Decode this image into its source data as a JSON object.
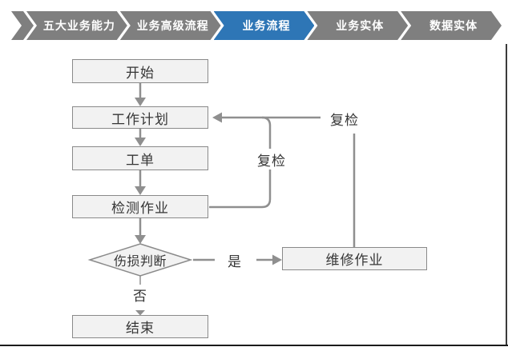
{
  "nav": {
    "items": [
      {
        "label": "五大业务能力",
        "active": false
      },
      {
        "label": "业务高级流程",
        "active": false
      },
      {
        "label": "业务流程",
        "active": true
      },
      {
        "label": "业务实体",
        "active": false
      },
      {
        "label": "数据实体",
        "active": false
      }
    ],
    "colors": {
      "inactive": "#7f7f7f",
      "active": "#2E76B6",
      "text": "#ffffff"
    }
  },
  "flowchart": {
    "nodes": [
      {
        "id": "start",
        "label": "开始",
        "shape": "rect"
      },
      {
        "id": "plan",
        "label": "工作计划",
        "shape": "rect"
      },
      {
        "id": "order",
        "label": "工单",
        "shape": "rect"
      },
      {
        "id": "inspect",
        "label": "检测作业",
        "shape": "rect"
      },
      {
        "id": "judge",
        "label": "伤损判断",
        "shape": "diamond"
      },
      {
        "id": "repair",
        "label": "维修作业",
        "shape": "rect"
      },
      {
        "id": "end",
        "label": "结束",
        "shape": "rect"
      }
    ],
    "edge_labels": {
      "recheck_inner": "复检",
      "recheck_outer": "复检",
      "yes": "是",
      "no": "否"
    },
    "colors": {
      "node_fill": "#f2f2f2",
      "node_border": "#8a8a8a",
      "connector": "#8f8f8f",
      "text": "#363636"
    }
  }
}
